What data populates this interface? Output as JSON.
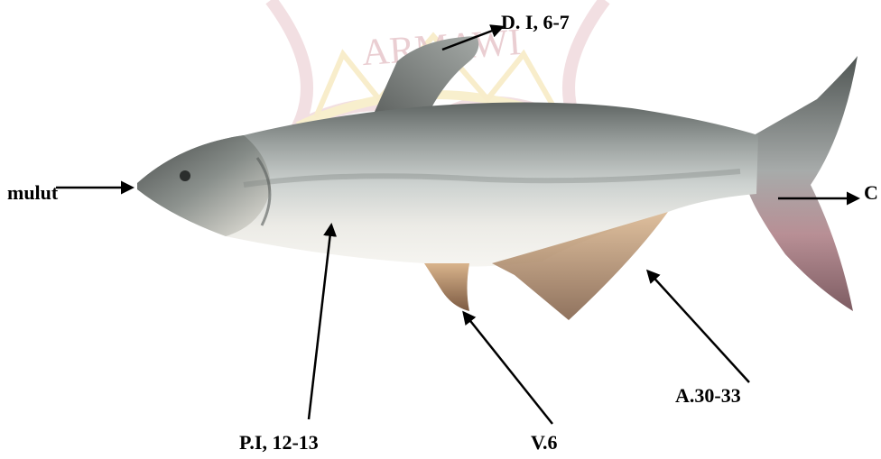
{
  "labels": {
    "mouth": "mulut",
    "dorsal_fin": "D. I, 6-7",
    "caudal_fin": "C",
    "anal_fin": "A.30-33",
    "pectoral_fin": "P.I, 12-13",
    "ventral_fin": "V.6"
  },
  "watermark": {
    "text": "ARMAWI"
  },
  "colors": {
    "arrow": "#000000",
    "watermark": "#e5bfc5",
    "watermark_yellow": "#f2dea0",
    "fish_back": "#6e7472",
    "fish_body": "#c9cfcd",
    "fish_belly": "#f3f2ee",
    "fin_orange": "#c79a72",
    "tail_pink": "#b58c92"
  }
}
